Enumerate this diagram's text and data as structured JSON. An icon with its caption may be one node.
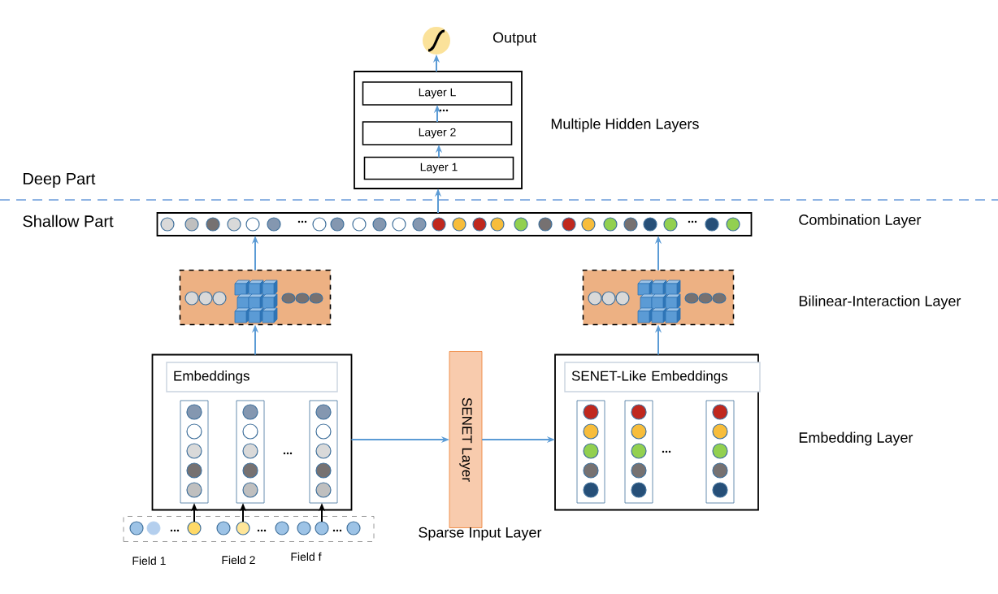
{
  "diagram": {
    "nodes": [
      {
        "text": [],
        "shape": "circle",
        "beside": [
          "Output"
        ]
      },
      {
        "text": [],
        "shape": "box"
      },
      {
        "text": [
          "Layer L"
        ],
        "in": 1
      },
      {
        "text": [
          "Layer 2"
        ],
        "in": 1
      },
      {
        "text": [
          "Layer 1"
        ],
        "in": 1
      },
      {
        "text": [],
        "shape": "bar"
      },
      {
        "text": [],
        "shape": "box"
      },
      {
        "text": [],
        "shape": "box"
      },
      {
        "text": [
          "Embeddings"
        ]
      },
      {
        "text": [],
        "shape": "box",
        "in": 8
      },
      {
        "text": [],
        "shape": "box",
        "in": 8
      },
      {
        "text": [],
        "shape": "box",
        "in": 8
      },
      {
        "text": [
          "SENET Layer"
        ]
      },
      {
        "text": [
          "SENET-Like Embeddings"
        ]
      },
      {
        "text": [],
        "shape": "box",
        "in": 13
      },
      {
        "text": [],
        "shape": "box",
        "in": 13
      },
      {
        "text": [],
        "shape": "box",
        "in": 13
      },
      {
        "text": [],
        "shape": "box"
      },
      {
        "text": [],
        "shape": "circle",
        "in": 17
      },
      {
        "text": [],
        "shape": "circle",
        "in": 17
      },
      {
        "text": [],
        "shape": "circle",
        "in": 17
      },
      {
        "text": [],
        "shape": "circle",
        "in": 17
      },
      {
        "text": [],
        "shape": "circle",
        "in": 17
      },
      {
        "text": [],
        "shape": "circle",
        "in": 17
      },
      {
        "text": [],
        "shape": "circle",
        "in": 17
      },
      {
        "text": [],
        "shape": "circle",
        "in": 17
      },
      {
        "text": [],
        "shape": "circle",
        "in": 17
      }
    ],
    "edges": [
      {
        "from": 1,
        "to": 0,
        "arrow": "to"
      },
      {
        "from": 4,
        "to": 3,
        "arrow": "to"
      },
      {
        "from": 3,
        "to": 2,
        "arrow": "to"
      },
      {
        "from": 5,
        "to": 1,
        "arrow": "to"
      },
      {
        "from": 6,
        "to": 5,
        "arrow": "to"
      },
      {
        "from": 7,
        "to": 5,
        "arrow": "to"
      },
      {
        "from": 8,
        "to": 6,
        "arrow": "to"
      },
      {
        "from": 13,
        "to": 7,
        "arrow": "to"
      },
      {
        "from": 8,
        "to": 12,
        "arrow": "to"
      },
      {
        "from": 12,
        "to": 13,
        "arrow": "to"
      },
      {
        "from": 20,
        "to": 9,
        "arrow": "to",
        "color": "#000000"
      },
      {
        "from": 22,
        "to": 10,
        "arrow": "to",
        "color": "#000000"
      },
      {
        "from": 25,
        "to": 11,
        "arrow": "to",
        "color": "#000000"
      }
    ],
    "labels": [
      "Multiple Hidden Layers",
      "Deep Part",
      "Shallow Part",
      "Combination Layer",
      "Bilinear-Interaction Layer",
      "Embedding Layer",
      "Sparse Input Layer",
      "Field 1",
      "Field 2",
      "Field f"
    ]
  }
}
